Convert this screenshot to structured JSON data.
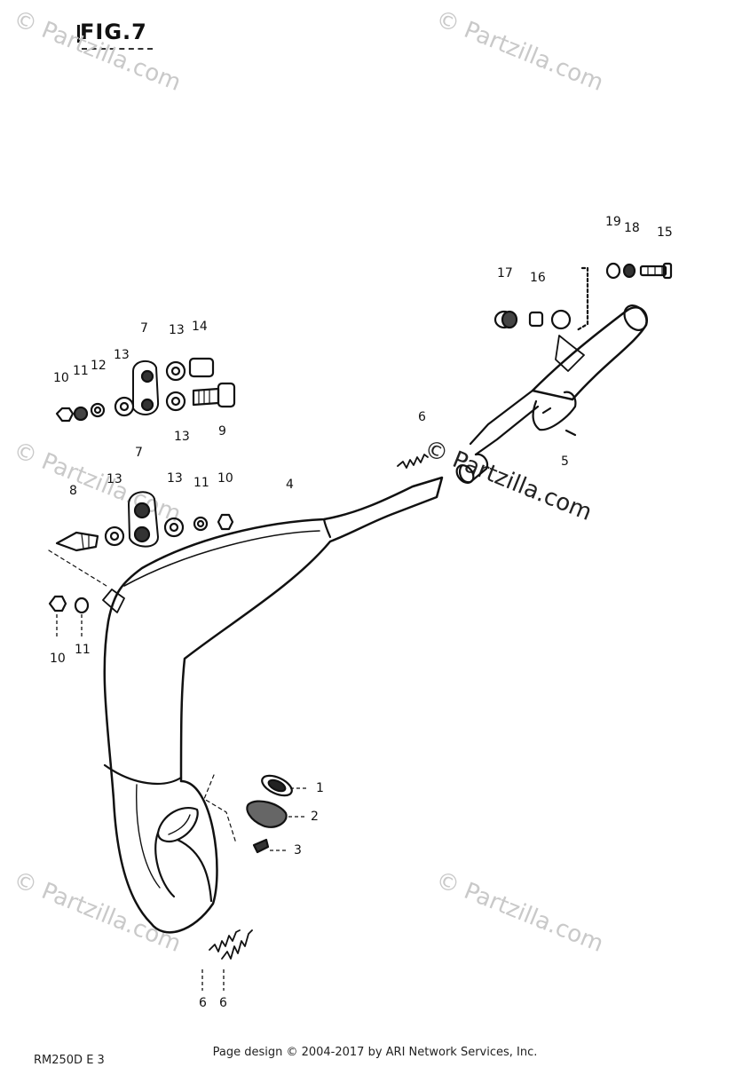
{
  "figure": {
    "title": "FIG.7"
  },
  "watermarks": [
    "© Partzilla.com",
    "© Partzilla.com",
    "© Partzilla.com",
    "© Partzilla.com",
    "© Partzilla.com",
    "© Partzilla.com"
  ],
  "watermark_center": "© Partzilla.com",
  "callouts": {
    "c19": "19",
    "c18": "18",
    "c15": "15",
    "c17": "17",
    "c16": "16",
    "c5": "5",
    "c6_spring": "6",
    "c7a": "7",
    "c13a": "13",
    "c14": "14",
    "c13b": "13",
    "c12": "12",
    "c11a": "11",
    "c10a": "10",
    "c13c": "13",
    "c9": "9",
    "c7b": "7",
    "c13d": "13",
    "c13e": "13",
    "c11b": "11",
    "c10b": "10",
    "c8": "8",
    "c4": "4",
    "c10c": "10",
    "c11c": "11",
    "c1": "1",
    "c2": "2",
    "c3": "3",
    "c6a": "6",
    "c6b": "6"
  },
  "footer": "Page design © 2004-2017 by ARI Network Services, Inc.",
  "model_code": "RM250D  E 3"
}
